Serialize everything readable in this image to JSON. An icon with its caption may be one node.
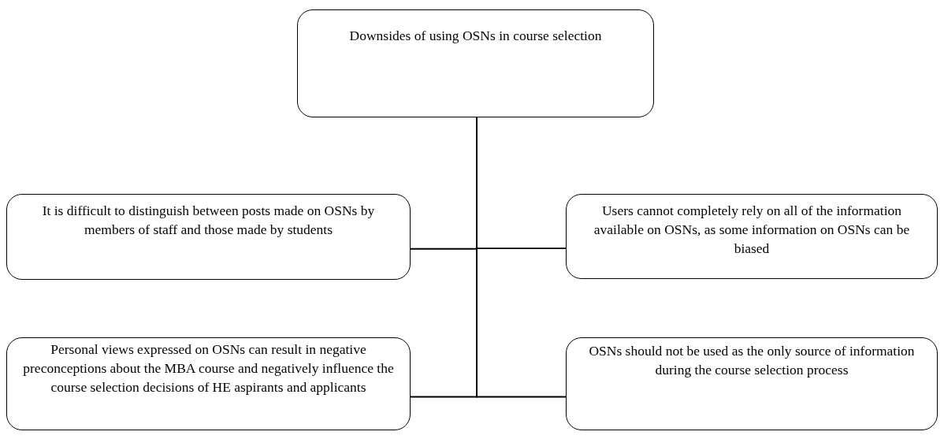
{
  "diagram": {
    "nodes": [
      {
        "text": [
          "Downsides of using OSNs in course selection"
        ]
      },
      {
        "text": [
          "It is difficult to distinguish between posts made on OSNs by members of staff and those made by students"
        ]
      },
      {
        "text": [
          "Users cannot completely rely on all of the information available on OSNs, as some information on OSNs can be biased"
        ]
      },
      {
        "text": [
          "Personal views expressed on OSNs can result in negative preconceptions about the MBA course and negatively influence the course selection decisions of HE aspirants and applicants"
        ]
      },
      {
        "text": [
          "OSNs should not be used as the only source of information during the course selection process"
        ]
      }
    ],
    "edges": [
      {
        "from": 0,
        "to": 1,
        "arrow": "none"
      },
      {
        "from": 0,
        "to": 2,
        "arrow": "none"
      },
      {
        "from": 0,
        "to": 3,
        "arrow": "none"
      },
      {
        "from": 0,
        "to": 4,
        "arrow": "none"
      }
    ]
  }
}
